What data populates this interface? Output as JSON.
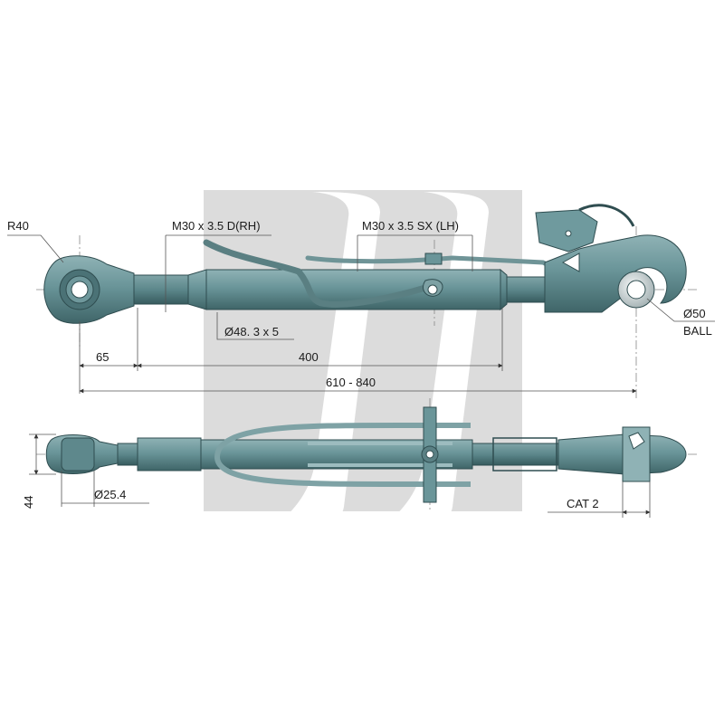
{
  "labels": {
    "r40": "R40",
    "thread_rh": "M30 x 3.5 D(RH)",
    "thread_lh": "M30 x 3.5 SX (LH)",
    "tube_dia": "Ø48. 3 x 5",
    "dim_65": "65",
    "dim_400": "400",
    "dim_range": "610 - 840",
    "ball_dia": "Ø50",
    "ball": "BALL",
    "height_44": "44",
    "pin_dia": "Ø25.4",
    "category": "CAT 2"
  },
  "colors": {
    "part_body": "#5f8a8e",
    "part_light": "#86aaae",
    "part_dark": "#3d6266",
    "ball_color": "#d8e0e2",
    "watermark": "#d9d9d9",
    "dimension_line": "#555555"
  }
}
